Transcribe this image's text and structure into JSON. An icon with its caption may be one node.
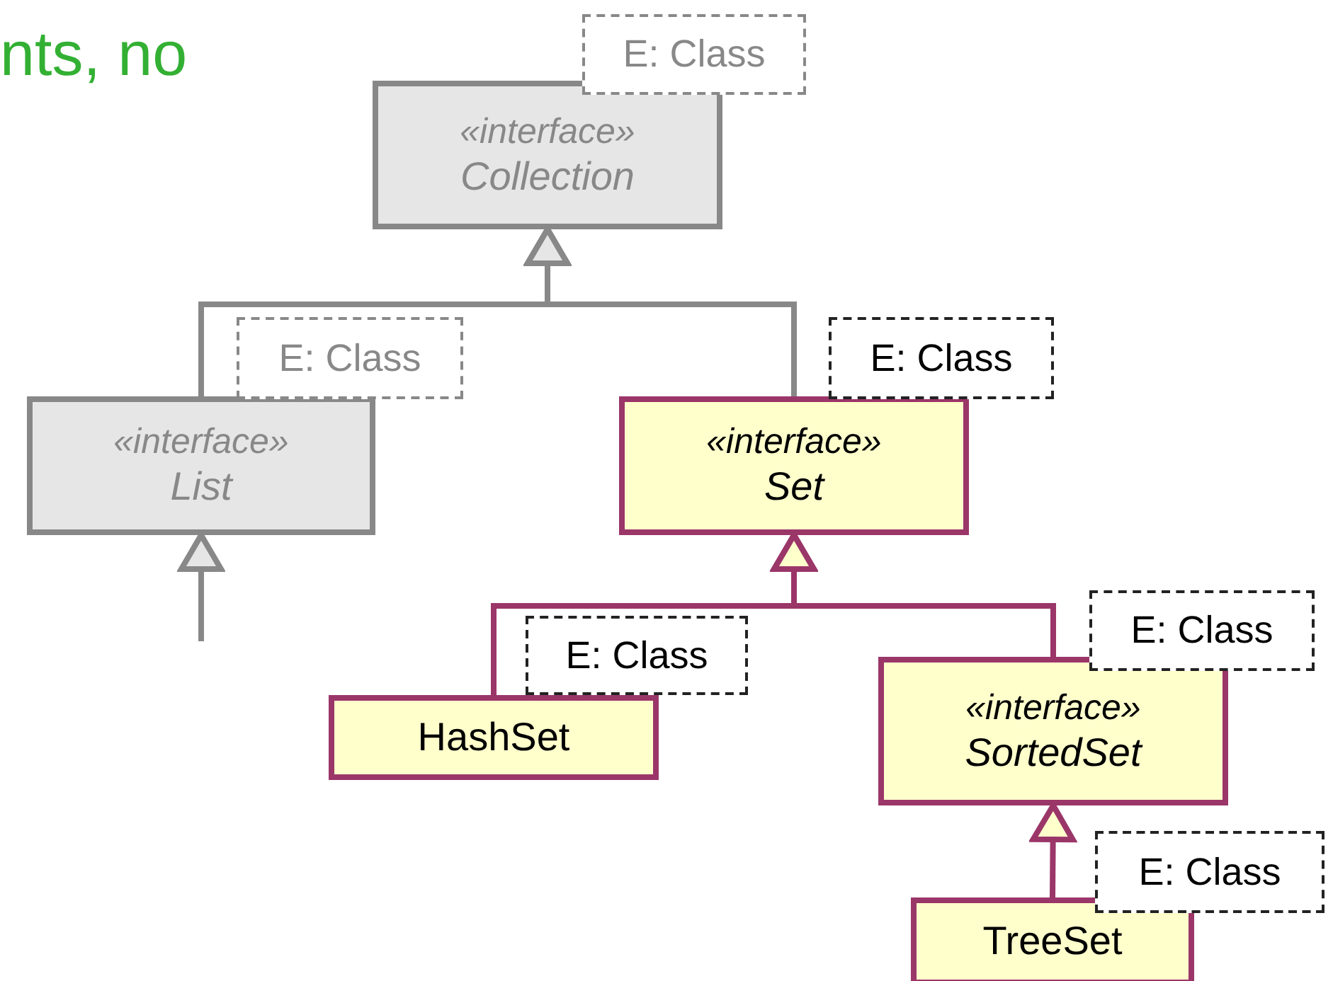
{
  "diagram": {
    "nodes": [
      {
        "text": [
          "«interface»",
          "Collection"
        ],
        "beside": [
          "E: Class"
        ]
      },
      {
        "text": [
          "«interface»",
          "List"
        ],
        "beside": [
          "E: Class"
        ]
      },
      {
        "text": [
          "«interface»",
          "Set"
        ],
        "beside": [
          "E: Class"
        ]
      },
      {
        "text": [
          "HashSet"
        ],
        "beside": [
          "E: Class"
        ]
      },
      {
        "text": [
          "«interface»",
          "SortedSet"
        ],
        "beside": [
          "E: Class"
        ]
      },
      {
        "text": [
          "TreeSet"
        ],
        "beside": [
          "E: Class"
        ]
      }
    ],
    "edges": [
      {
        "from": 1,
        "to": 0,
        "arrow": "to",
        "color": "#888888"
      },
      {
        "from": 2,
        "to": 0,
        "arrow": "to",
        "color": "#888888"
      },
      {
        "from": null,
        "to": 1,
        "arrow": "to",
        "color": "#888888"
      },
      {
        "from": 3,
        "to": 2,
        "arrow": "to"
      },
      {
        "from": 4,
        "to": 2,
        "arrow": "to"
      },
      {
        "from": 5,
        "to": 4,
        "arrow": "to"
      }
    ],
    "labels": [
      "nts, no"
    ]
  }
}
